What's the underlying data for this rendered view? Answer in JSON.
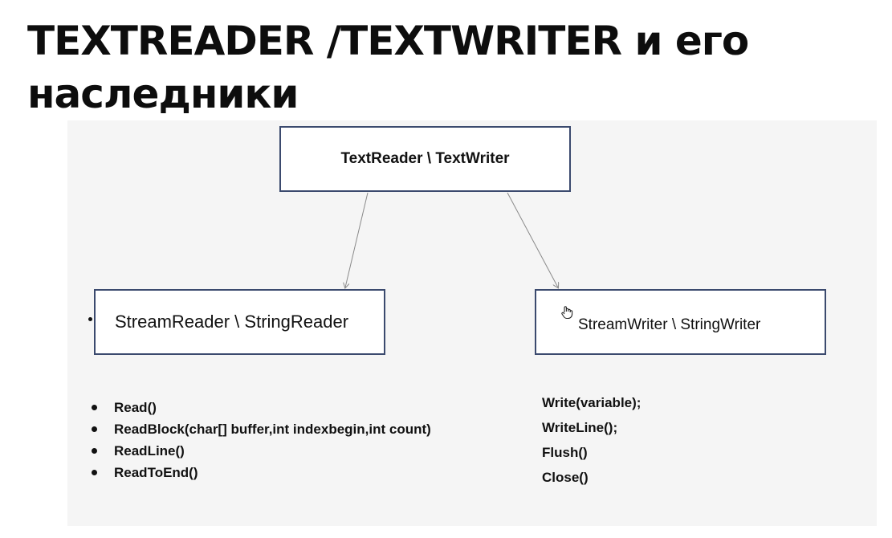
{
  "title": {
    "line1": "TEXTREADER /TEXTWRITER и его",
    "line2": "наследники"
  },
  "diagram": {
    "base_box": "TextReader \\ TextWriter",
    "reader_box": "StreamReader \\ StringReader",
    "writer_box": "StreamWriter \\ StringWriter",
    "reader_methods": [
      "Read()",
      "ReadBlock(char[] buffer,int indexbegin,int count)",
      "ReadLine()",
      "ReadToEnd()"
    ],
    "writer_methods": [
      "Write(variable);",
      "WriteLine();",
      "Flush()",
      "Close()"
    ],
    "box_border_color": "#3b4a6e",
    "arrow_color": "#8a8a8a",
    "cursor_icon": "hand-pointer-icon"
  }
}
